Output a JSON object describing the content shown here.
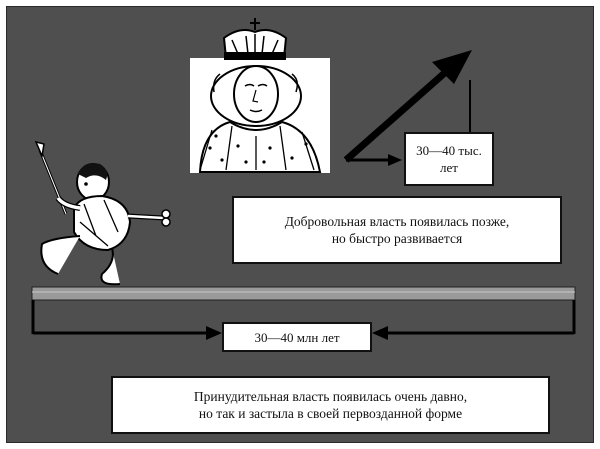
{
  "recent_period": {
    "line1": "30—40 тыс.",
    "line2": "лет"
  },
  "voluntary_power": {
    "line1": "Добровольная власть появилась позже,",
    "line2": "но быстро развивается"
  },
  "ancient_period": {
    "label": "30—40 млн лет"
  },
  "coercive_power": {
    "line1": "Принудительная власть появилась очень давно,",
    "line2": "но так и застыла в своей первозданной форме"
  },
  "colors": {
    "background": "#4f4f4f",
    "box_fill": "#ffffff",
    "line": "#000000",
    "timeline_bar": "#9a9a9a"
  },
  "illustrations": [
    "queen-crown-portrait",
    "caveman-with-spear"
  ]
}
